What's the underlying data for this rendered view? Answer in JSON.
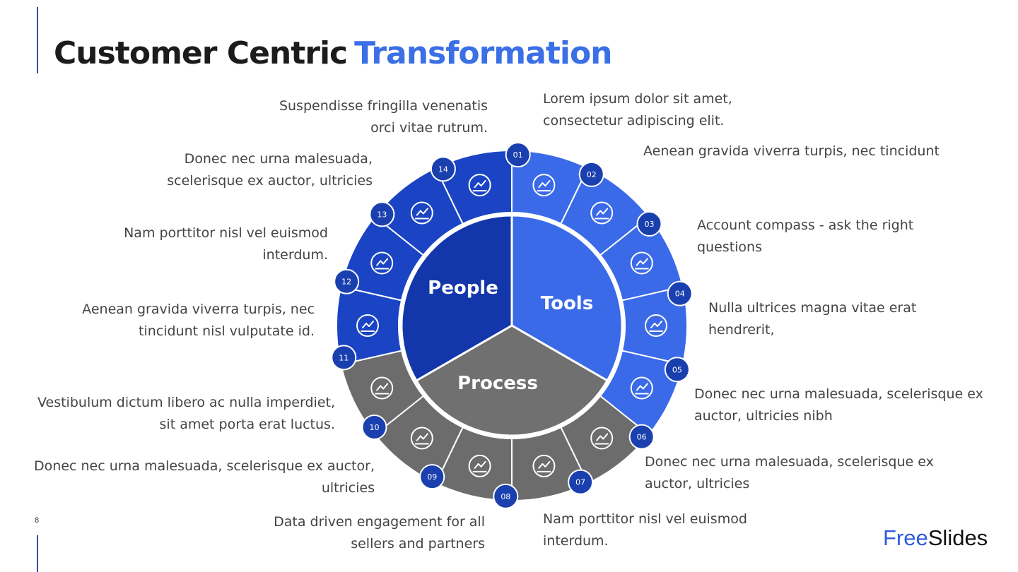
{
  "title": {
    "part1": "Customer Centric",
    "part2": "Transformation"
  },
  "page_number": "8",
  "brand": {
    "part1": "Free",
    "part2": "Slides"
  },
  "segments": [
    {
      "label": "Tools",
      "color": "#3a6ae8"
    },
    {
      "label": "Process",
      "color": "#707070"
    },
    {
      "label": "People",
      "color": "#1336ab"
    }
  ],
  "items": [
    {
      "num": "01",
      "icon": "hand-box-gears-icon",
      "color": "#3a6ae8"
    },
    {
      "num": "02",
      "icon": "lightning-cycle-icon",
      "color": "#3a6ae8"
    },
    {
      "num": "03",
      "icon": "compass-icon",
      "color": "#3a6ae8"
    },
    {
      "num": "04",
      "icon": "touch-hand-icon",
      "color": "#3a6ae8"
    },
    {
      "num": "05",
      "icon": "thumbs-up-icon",
      "color": "#3a6ae8"
    },
    {
      "num": "06",
      "icon": "report-chart-icon",
      "color": "#6c6c6c"
    },
    {
      "num": "07",
      "icon": "gear-growth-icon",
      "color": "#6c6c6c"
    },
    {
      "num": "08",
      "icon": "database-network-icon",
      "color": "#6c6c6c"
    },
    {
      "num": "09",
      "icon": "user-eye-checklist-icon",
      "color": "#6c6c6c"
    },
    {
      "num": "10",
      "icon": "team-gears-icon",
      "color": "#6c6c6c"
    },
    {
      "num": "11",
      "icon": "certificate-icon",
      "color": "#1a44c4"
    },
    {
      "num": "12",
      "icon": "stopwatch-icon",
      "color": "#1a44c4"
    },
    {
      "num": "13",
      "icon": "gears-icon",
      "color": "#1a44c4"
    },
    {
      "num": "14",
      "icon": "growth-chart-icon",
      "color": "#1a44c4"
    }
  ],
  "captions": {
    "c01": [
      "Lorem ipsum dolor sit amet,",
      "consectetur adipiscing elit."
    ],
    "c02": [
      "Aenean gravida viverra turpis, nec tincidunt"
    ],
    "c03": [
      "Account compass - ask the right",
      "questions"
    ],
    "c04": [
      "Nulla ultrices magna vitae erat",
      "hendrerit,"
    ],
    "c05": [
      "Donec nec urna malesuada, scelerisque ex",
      "auctor, ultricies nibh"
    ],
    "c06": [
      "Donec nec urna malesuada, scelerisque ex",
      "auctor, ultricies"
    ],
    "c07": [
      "Nam porttitor nisl vel euismod",
      "interdum."
    ],
    "c08": [
      "Data driven engagement for all",
      "sellers and partners"
    ],
    "c09": [
      "Donec nec urna malesuada, scelerisque ex auctor,",
      "ultricies"
    ],
    "c10": [
      "Vestibulum dictum libero ac nulla imperdiet,",
      "sit amet porta erat luctus."
    ],
    "c11": [
      "Aenean gravida viverra turpis, nec",
      "tincidunt nisl vulputate id."
    ],
    "c12": [
      "Nam porttitor nisl vel euismod",
      "interdum."
    ],
    "c13": [
      "Donec nec urna malesuada,",
      "scelerisque ex auctor, ultricies"
    ],
    "c14": [
      "Suspendisse fringilla venenatis",
      "orci vitae rutrum."
    ]
  }
}
